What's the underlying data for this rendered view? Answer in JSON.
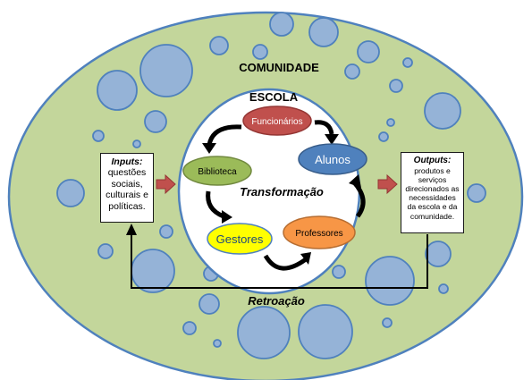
{
  "labels": {
    "comunidade": "COMUNIDADE",
    "escola": "ESCOLA",
    "transformacao": "Transformação",
    "retroacao": "Retroação"
  },
  "inputs": {
    "title": "Inputs:",
    "lines": [
      "questões",
      "sociais,",
      "culturais e",
      "políticas."
    ]
  },
  "outputs": {
    "title": "Outputs:",
    "lines": [
      "produtos e",
      "serviços",
      "direcionados as",
      "necessidades",
      "da escola e da",
      "comunidade."
    ]
  },
  "nodes": {
    "funcionarios": "Funcionários",
    "alunos": "Alunos",
    "biblioteca": "Biblioteca",
    "gestores": "Gestores",
    "professores": "Professores"
  },
  "colors": {
    "community": "#c3d69b",
    "bubble": "#95b3d7",
    "school": "#ffffff",
    "funcionarios": "#c0504d",
    "alunos": "#4f81bd",
    "biblioteca": "#9bbb59",
    "gestores": "#ffff00",
    "professores": "#f79646",
    "arrow_red": "#c0504d"
  }
}
